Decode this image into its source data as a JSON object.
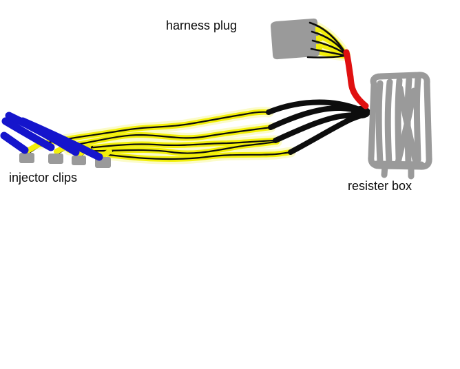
{
  "labels": {
    "harness_plug": "harness plug",
    "injector_clips": "injector clips",
    "resister_box": "resister box"
  },
  "colors": {
    "background": "#ffffff",
    "wire_yellow": "#f2ef0a",
    "wire_yellow_glow": "#fbfbc8",
    "wire_blue": "#1515cc",
    "wire_red": "#e01010",
    "wire_black": "#0d0d0d",
    "connector_gray": "#9a9a9a",
    "text": "#0a0a0a"
  },
  "components": {
    "harness_plug": {
      "label": "harness plug",
      "fan_wire_count": 5
    },
    "injector_clips": {
      "label": "injector clips",
      "clip_count": 4,
      "wire_color": "blue"
    },
    "resister_box": {
      "label": "resister box"
    },
    "wires": {
      "bundle_wire_count": 4,
      "bundle_colors": [
        "yellow",
        "black"
      ],
      "link_wire_color": "red"
    }
  }
}
